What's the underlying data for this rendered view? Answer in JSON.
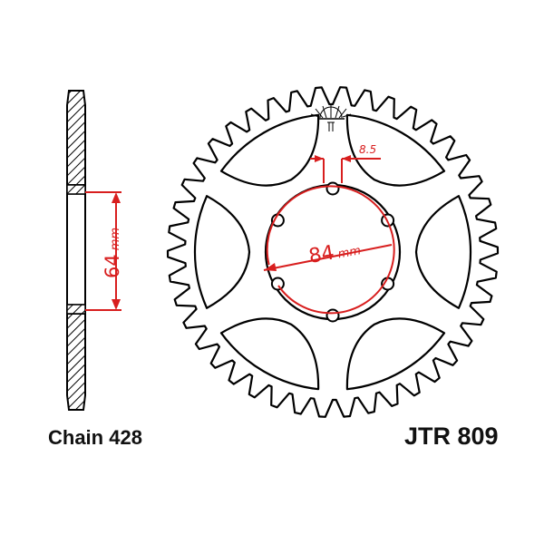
{
  "dimensions": {
    "bolt_spacing": {
      "value": "64",
      "unit": "mm"
    },
    "center_bore": {
      "value": "84",
      "unit": "mm"
    },
    "bolt_hole": {
      "value": "8.5"
    }
  },
  "chain": "Chain 428",
  "part_number": "JTR 809",
  "colors": {
    "outline": "#000000",
    "dimension": "#d81e1e",
    "hatch": "#000000"
  },
  "icons": [
    "sun-logo-icon"
  ]
}
